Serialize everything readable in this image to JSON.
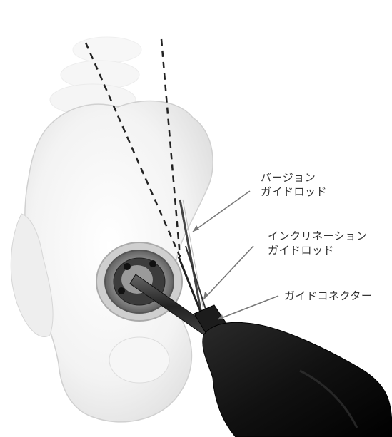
{
  "labels": {
    "version_line1": "バージョン",
    "version_line2": "ガイドロッド",
    "inclination_line1": "インクリネーション",
    "inclination_line2": "ガイドロッド",
    "connector": "ガイドコネクター"
  }
}
